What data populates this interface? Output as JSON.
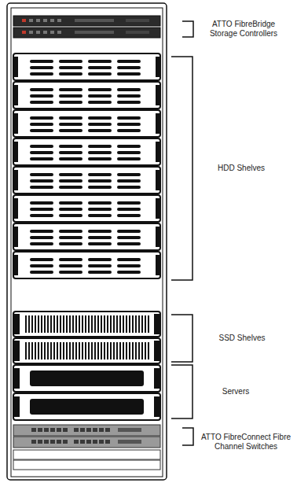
{
  "diagram": {
    "labels": [
      "ATTO FibreBridge Storage Controllers",
      "HDD Shelves",
      "SSD Shelves",
      "Servers",
      "ATTO FibreConnect Fibre Channel Switches"
    ]
  }
}
